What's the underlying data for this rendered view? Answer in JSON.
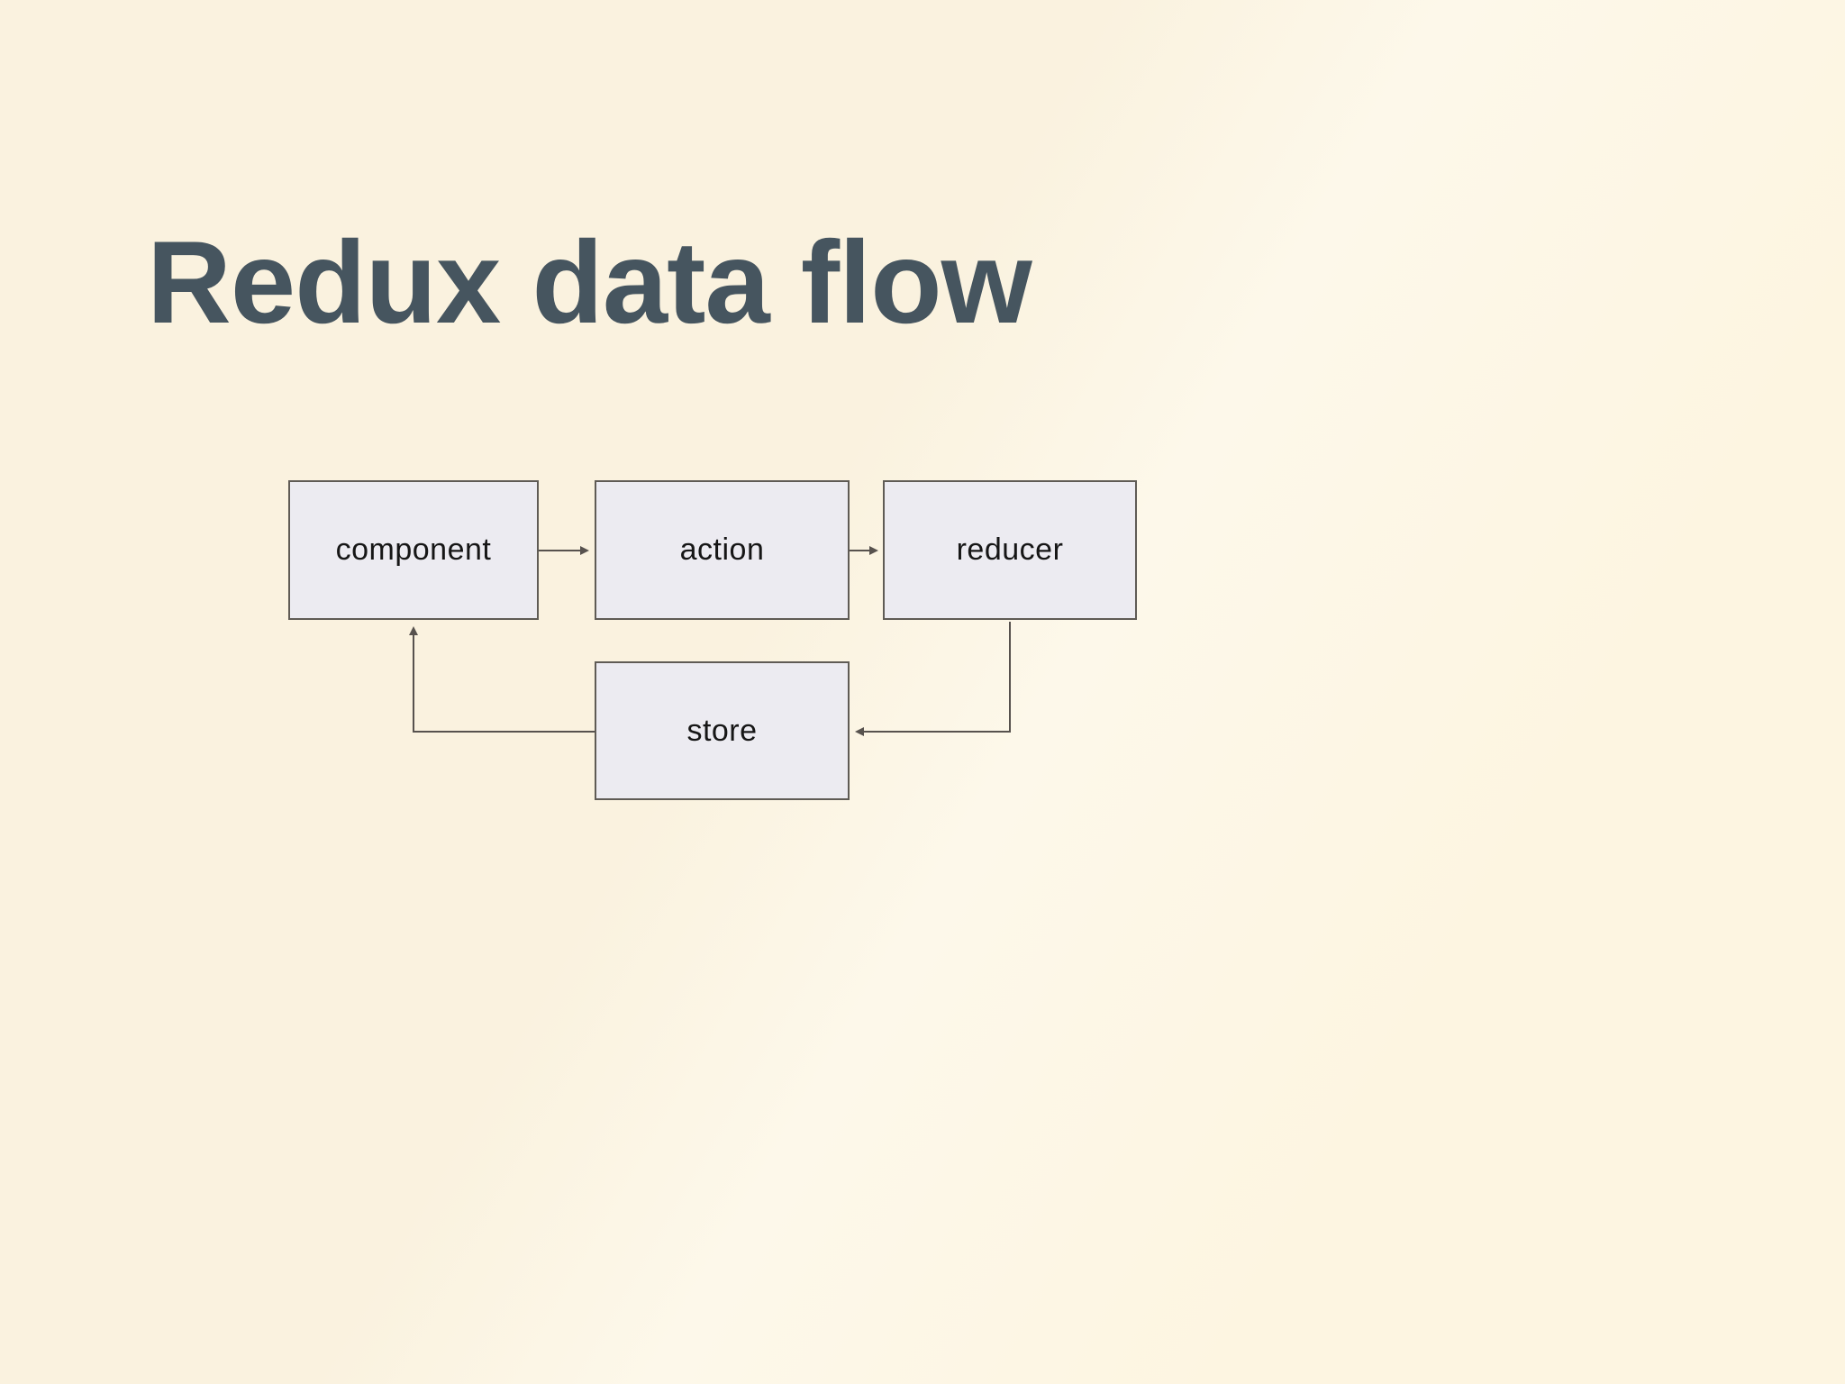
{
  "slide": {
    "title": "Redux data flow"
  },
  "diagram": {
    "nodes": [
      {
        "id": "component",
        "label": "component"
      },
      {
        "id": "action",
        "label": "action"
      },
      {
        "id": "reducer",
        "label": "reducer"
      },
      {
        "id": "store",
        "label": "store"
      }
    ],
    "edges": [
      {
        "from": "component",
        "to": "action"
      },
      {
        "from": "action",
        "to": "reducer"
      },
      {
        "from": "reducer",
        "to": "store"
      },
      {
        "from": "store",
        "to": "component"
      }
    ]
  },
  "colors": {
    "bg_left": "#faf2df",
    "band_light": "#fdf8ea",
    "bg_right": "#fdf5e1",
    "title": "#46555f",
    "node_fill": "#ecebf1",
    "node_border": "#5f5b55",
    "node_text": "#161616",
    "arrow": "#57524e"
  }
}
